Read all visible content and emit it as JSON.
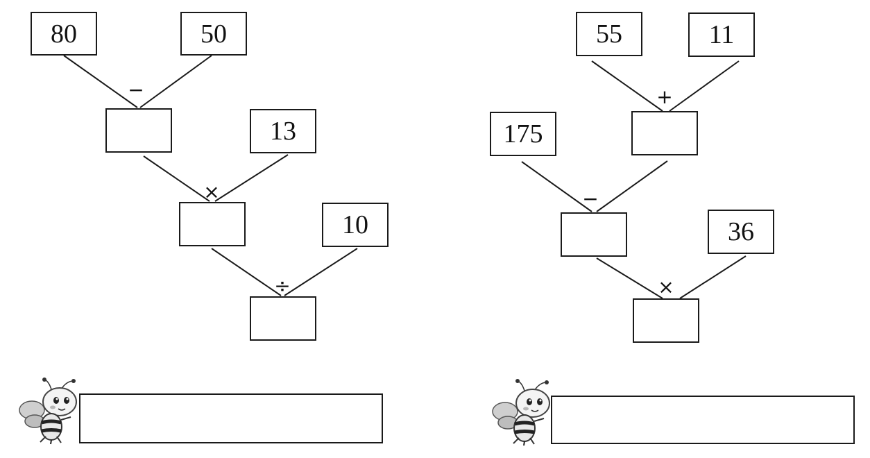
{
  "left_tree": {
    "top_a": "80",
    "top_b": "50",
    "op1": "−",
    "side1": "13",
    "op2": "×",
    "side2": "10",
    "op3": "÷"
  },
  "right_tree": {
    "top_a": "55",
    "top_b": "11",
    "op1": "+",
    "side1": "175",
    "op2": "−",
    "side2": "36",
    "op3": "×"
  }
}
